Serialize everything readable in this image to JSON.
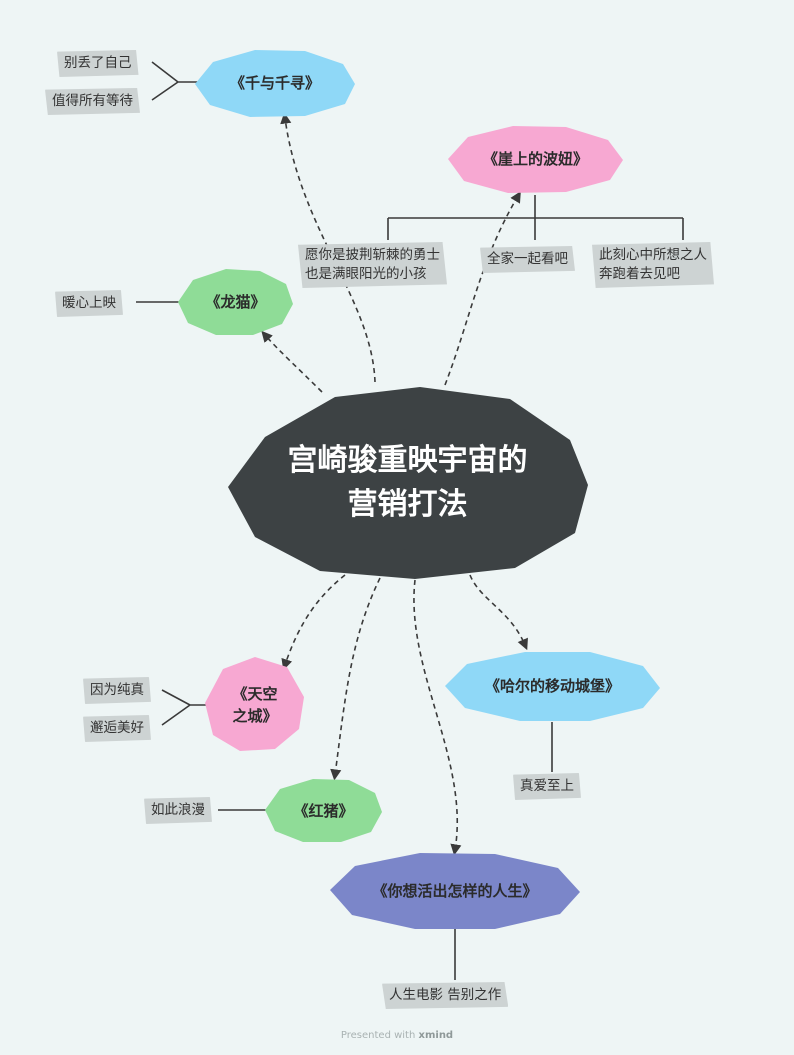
{
  "center": {
    "title": "宫崎骏重映宇宙的营销打法"
  },
  "topics": {
    "qianyu": {
      "label": "《千与千寻》",
      "color": "#8fd8f7"
    },
    "yashang": {
      "label": "《崖上的波妞》",
      "color": "#f7a8d2"
    },
    "longmao": {
      "label": "《龙猫》",
      "color": "#8fdc97"
    },
    "tiankong": {
      "label": "《天空之城》",
      "line1": "《天空",
      "line2": "之城》",
      "color": "#f7a8d2"
    },
    "haer": {
      "label": "《哈尔的移动城堡》",
      "color": "#8fd8f7"
    },
    "hongzhu": {
      "label": "《红猪》",
      "color": "#8fdc97"
    },
    "rensheng": {
      "label": "《你想活出怎样的人生》",
      "color": "#7b86c9"
    }
  },
  "leaves": {
    "qianyu_1": "别丢了自己",
    "qianyu_2": "值得所有等待",
    "yashang_1_line1": "愿你是披荆斩棘的勇士",
    "yashang_1_line2": "也是满眼阳光的小孩",
    "yashang_2": "全家一起看吧",
    "yashang_3_line1": "此刻心中所想之人",
    "yashang_3_line2": "奔跑着去见吧",
    "longmao_1": "暖心上映",
    "tiankong_1": "因为纯真",
    "tiankong_2": "邂逅美好",
    "haer_1": "真爱至上",
    "hongzhu_1": "如此浪漫",
    "rensheng_1": "人生电影 告别之作"
  },
  "footer": {
    "prefix": "Presented with",
    "brand": "xmind"
  },
  "colors": {
    "background": "#eef5f5",
    "center": "#3d4244",
    "leaf": "#cdd3d3",
    "line": "#3a3a3a"
  }
}
